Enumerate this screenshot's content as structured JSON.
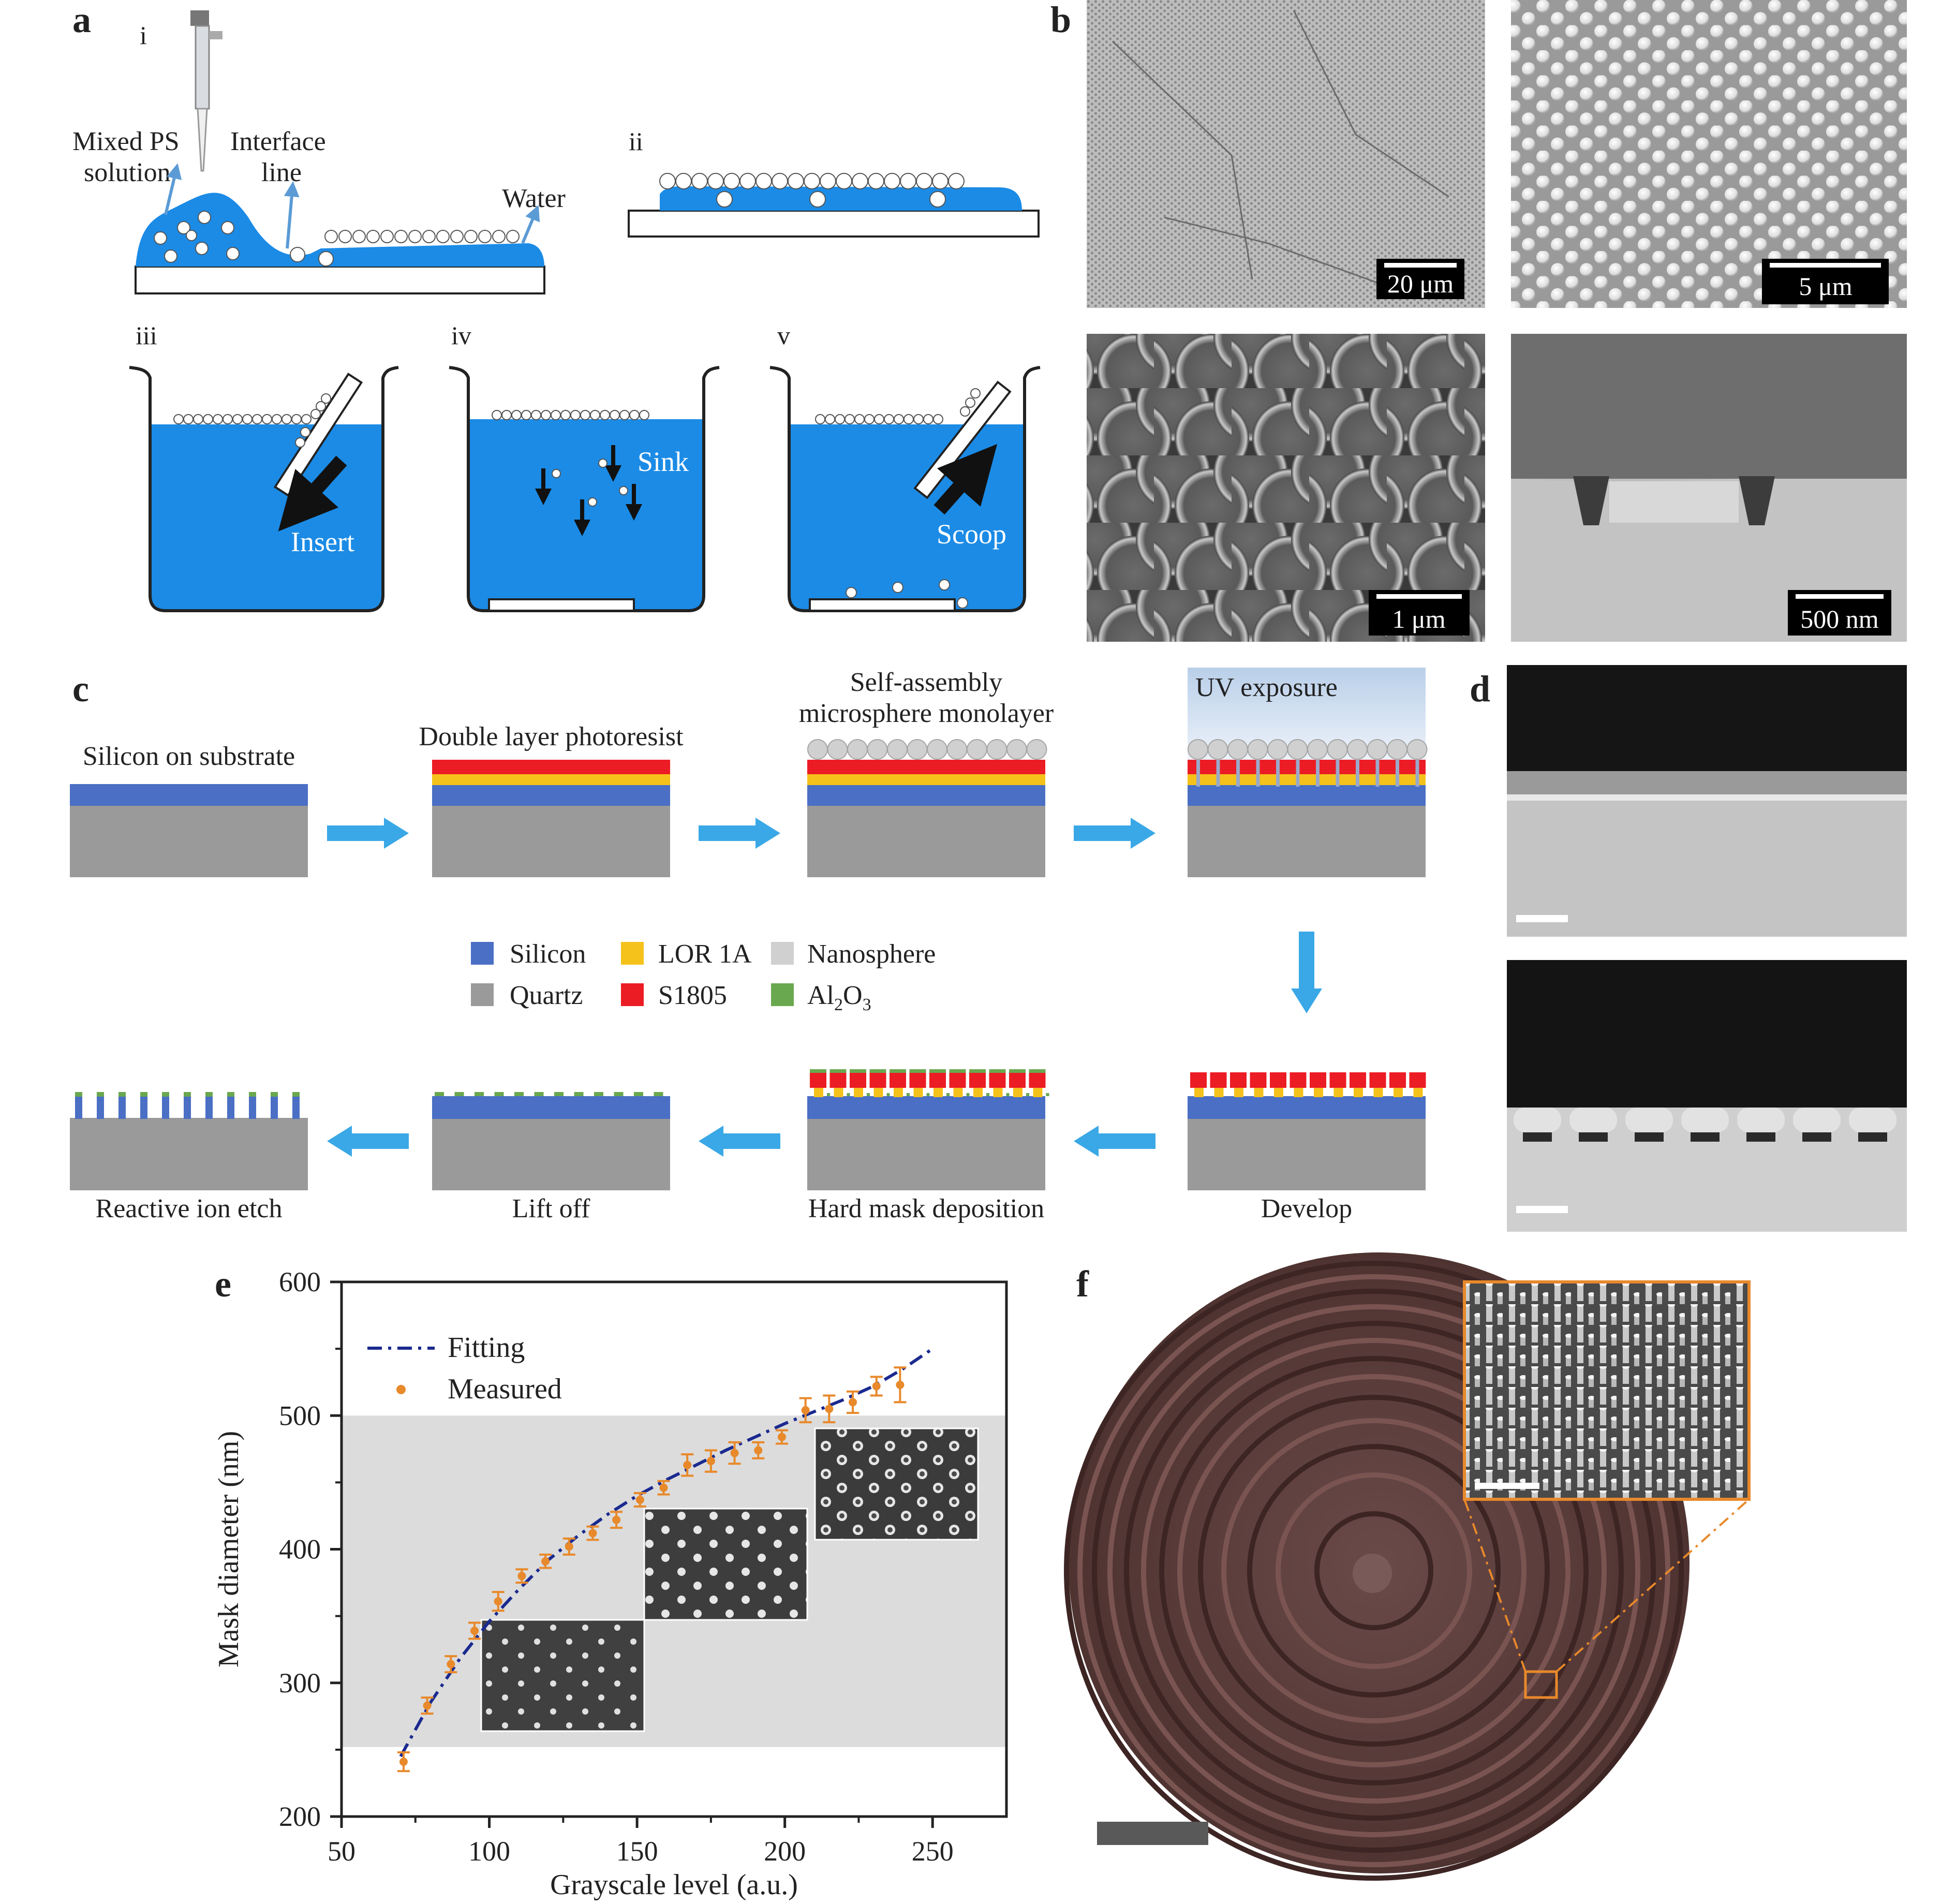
{
  "panels": {
    "a": "a",
    "b": "b",
    "c": "c",
    "d": "d",
    "e": "e",
    "f": "f"
  },
  "panel_a": {
    "steps": [
      "i",
      "ii",
      "iii",
      "iv",
      "v"
    ],
    "mixed_ps_1": "Mixed PS",
    "mixed_ps_2": "solution",
    "interface_1": "Interface",
    "interface_2": "line",
    "water": "Water",
    "insert": "Insert",
    "sink": "Sink",
    "scoop": "Scoop"
  },
  "panel_b": {
    "scale_bars": [
      "20 μm",
      "5 μm",
      "1 μm",
      "500 nm"
    ]
  },
  "panel_c": {
    "step1": "Silicon on substrate",
    "step2": "Double layer photoresist",
    "step3_1": "Self-assembly",
    "step3_2": "microsphere monolayer",
    "step4": "UV exposure",
    "step5": "Develop",
    "step6": "Hard mask deposition",
    "step7": "Lift off",
    "step8": "Reactive ion etch",
    "legend": [
      {
        "label": "Silicon",
        "color": "#4a6fc4"
      },
      {
        "label": "LOR 1A",
        "color": "#f5c21b"
      },
      {
        "label": "Nanosphere",
        "color": "#d0d0d0"
      },
      {
        "label": "Quartz",
        "color": "#9a9a9a"
      },
      {
        "label": "S1805",
        "color": "#ec1c24"
      },
      {
        "label": "Al2O3",
        "color": "#6aa84f",
        "main": "Al",
        "sub1": "2",
        "mid": "O",
        "sub2": "3"
      }
    ],
    "arrow_color": "#3aa8e6"
  },
  "chart_data": {
    "type": "scatter",
    "xlabel": "Grayscale level (a.u.)",
    "ylabel": "Mask diameter (nm)",
    "xlim": [
      50,
      275
    ],
    "ylim": [
      200,
      600
    ],
    "xticks": [
      "50",
      "100",
      "150",
      "200",
      "250"
    ],
    "yticks": [
      "200",
      "300",
      "400",
      "500",
      "600"
    ],
    "shaded_band": [
      252,
      500
    ],
    "series": [
      {
        "name": "Fitting",
        "style": "dash-dot line",
        "color": "#1b2a8f",
        "x": [
          70,
          80,
          90,
          100,
          110,
          120,
          130,
          140,
          150,
          160,
          170,
          180,
          190,
          200,
          210,
          220,
          230,
          240,
          250
        ],
        "y": [
          245,
          285,
          318,
          346,
          370,
          392,
          410,
          426,
          440,
          452,
          463,
          474,
          484,
          494,
          503,
          512,
          522,
          535,
          550
        ]
      },
      {
        "name": "Measured",
        "style": "points with error bars",
        "color": "#e8892b",
        "x": [
          71,
          79,
          87,
          95,
          103,
          111,
          119,
          127,
          135,
          143,
          151,
          159,
          167,
          175,
          183,
          191,
          199,
          207,
          215,
          223,
          231,
          239
        ],
        "y": [
          241,
          283,
          314,
          339,
          361,
          380,
          391,
          402,
          412,
          422,
          437,
          446,
          463,
          466,
          472,
          474,
          484,
          504,
          505,
          510,
          522,
          523
        ],
        "err": [
          7,
          6,
          6,
          6,
          7,
          5,
          5,
          6,
          5,
          6,
          5,
          5,
          8,
          8,
          8,
          6,
          5,
          9,
          10,
          8,
          7,
          13
        ]
      }
    ]
  }
}
